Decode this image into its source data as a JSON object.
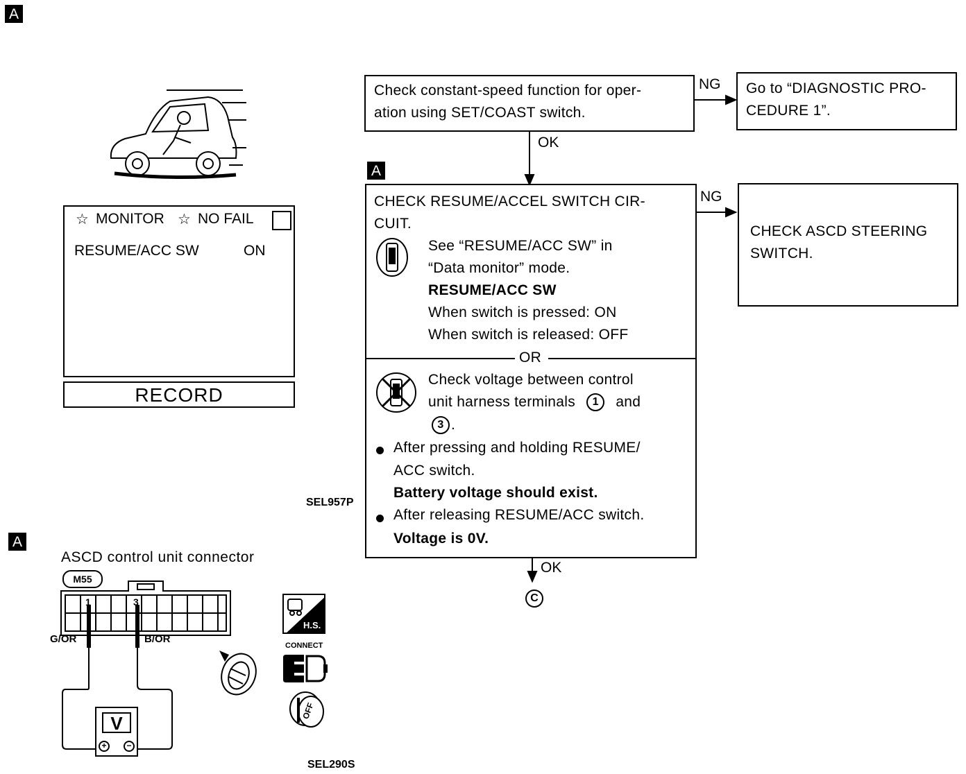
{
  "marker_a": "A",
  "monitor": {
    "header_monitor": "MONITOR",
    "header_nofail": "NO FAIL",
    "item_name": "RESUME/ACC SW",
    "item_value": "ON",
    "record": "RECORD"
  },
  "fig1_code": "SEL957P",
  "fig2_code": "SEL290S",
  "connector": {
    "title": "ASCD control unit connector",
    "badge": "M55",
    "pin1": "1",
    "pin3": "3",
    "wire1": "G/OR",
    "wire3": "B/OR",
    "meter": "V",
    "plus": "+",
    "minus": "−",
    "hs": "H.S.",
    "connect": "CONNECT",
    "off": "OFF"
  },
  "flow": {
    "box1_line1": "Check constant-speed function for oper-",
    "box1_line2": "ation using SET/COAST switch.",
    "ng1": "NG",
    "ng1_box_line1": "Go to “DIAGNOSTIC PRO-",
    "ng1_box_line2": "CEDURE 1”.",
    "ok1": "OK",
    "box2_title1": "CHECK RESUME/ACCEL SWITCH CIR-",
    "box2_title2": "CUIT.",
    "box2_see1": "See “RESUME/ACC SW” in",
    "box2_see2": "“Data monitor” mode.",
    "box2_bold": "RESUME/ACC SW",
    "box2_pressed": "When switch is pressed: ON",
    "box2_released": "When switch is released: OFF",
    "or": "OR",
    "box2_check1": "Check voltage between control",
    "box2_check2a": "unit harness terminals",
    "box2_term1": "1",
    "box2_and": "and",
    "box2_term3": "3",
    "box2_dot": ".",
    "bullet1_line1": "After pressing and holding RESUME/",
    "bullet1_line2": "ACC switch.",
    "bullet1_bold": "Battery voltage should exist.",
    "bullet2_line1": "After releasing RESUME/ACC switch.",
    "bullet2_bold": "Voltage is 0V.",
    "ng2": "NG",
    "ng2_box_line1": "CHECK ASCD STEERING",
    "ng2_box_line2": "SWITCH.",
    "ok2": "OK",
    "next": "C"
  }
}
